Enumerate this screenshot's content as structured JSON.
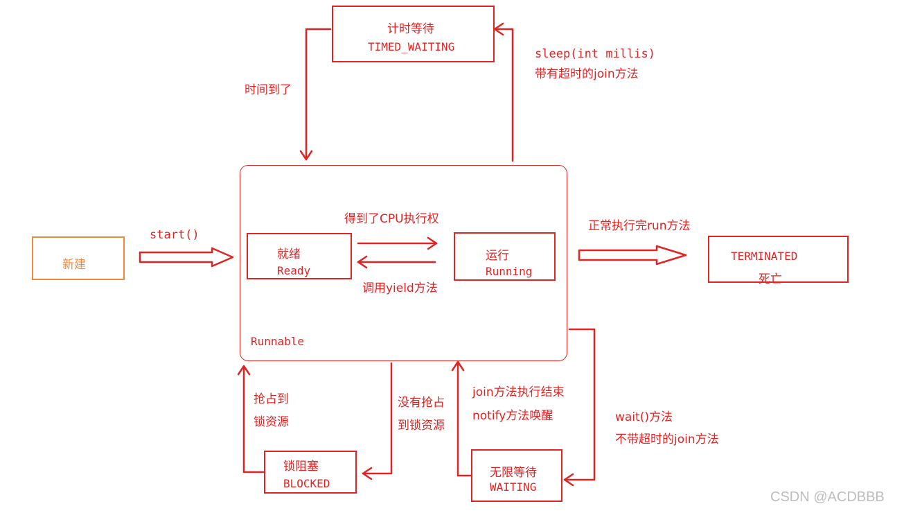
{
  "colors": {
    "red": "#e02424",
    "orange": "#f08a3a",
    "watermark": "#bdbdbd"
  },
  "states": {
    "new": {
      "cn": "新建"
    },
    "timed_waiting": {
      "cn": "计时等待",
      "en": "TIMED_WAITING"
    },
    "ready": {
      "cn": "就绪",
      "en": "Ready"
    },
    "running": {
      "cn": "运行",
      "en": "Running"
    },
    "terminated": {
      "en": "TERMINATED",
      "cn": "死亡"
    },
    "blocked": {
      "cn": "锁阻塞",
      "en": "BLOCKED"
    },
    "waiting": {
      "cn": "无限等待",
      "en": "WAITING"
    },
    "runnable_label": "Runnable"
  },
  "transitions": {
    "start": "start()",
    "timeout_up": "时间到了",
    "sleep_line1": "sleep(int millis)",
    "sleep_line2": "带有超时的join方法",
    "got_cpu": "得到了CPU执行权",
    "yield": "调用yield方法",
    "run_done": "正常执行完run方法",
    "got_lock_line1": "抢占到",
    "got_lock_line2": "锁资源",
    "no_lock_line1": "没有抢占",
    "no_lock_line2": "到锁资源",
    "join_done": "join方法执行结束",
    "notify": "notify方法唤醒",
    "wait_line1": "wait()方法",
    "wait_line2": "不带超时的join方法"
  },
  "watermark": "CSDN @ACDBBB"
}
